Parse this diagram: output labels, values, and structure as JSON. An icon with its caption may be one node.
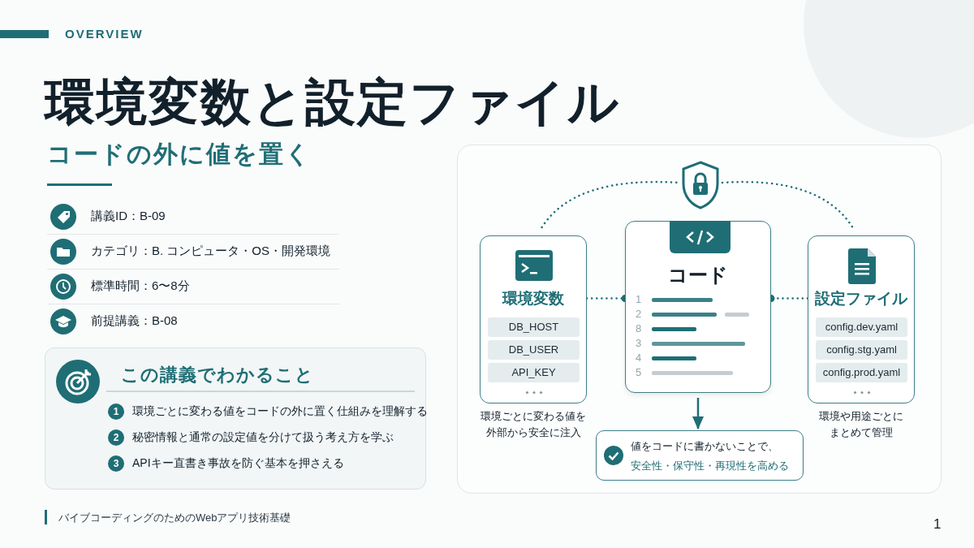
{
  "diagram": {
    "title": "環境変数と設定ファイル",
    "nodes": [
      {
        "text": [
          "この講義でわかること",
          "環境ごとに変わる値をコードの外に置く仕組みを理解する",
          "秘密情報と通常の設定値を分けて扱う考え方を学ぶ",
          "APIキー直書き事故を防ぐ基本を押さえる"
        ]
      },
      {
        "text": [],
        "shape": "picture"
      },
      {
        "text": [
          "環境変数"
        ],
        "beside": [
          "環境ごとに変わる値を外部から安全に注入"
        ]
      },
      {
        "text": [
          "DB_HOST"
        ],
        "in": 2
      },
      {
        "text": [
          "DB_USER"
        ],
        "in": 2
      },
      {
        "text": [
          "API_KEY"
        ],
        "in": 2
      },
      {
        "text": [
          "コード",
          "1",
          "2",
          "8",
          "3",
          "4",
          "5"
        ]
      },
      {
        "text": [
          "設定ファイル"
        ],
        "beside": [
          "環境や用途ごとにまとめて管理"
        ]
      },
      {
        "text": [
          "config.dev.yaml"
        ],
        "in": 7
      },
      {
        "text": [
          "config.stg.yaml"
        ],
        "in": 7
      },
      {
        "text": [
          "config.prod.yaml"
        ],
        "in": 7
      },
      {
        "text": [
          "値をコードに書かないことで、",
          "安全性・保守性・再現性を高める"
        ]
      }
    ],
    "edges": [
      {
        "from": 2,
        "to": 1,
        "arrow": "none",
        "style": "dashed"
      },
      {
        "from": 1,
        "to": 7,
        "arrow": "none",
        "style": "dashed"
      },
      {
        "from": 2,
        "to": 6,
        "arrow": "other",
        "style": "dashed"
      },
      {
        "from": 7,
        "to": 6,
        "arrow": "other",
        "style": "dashed"
      },
      {
        "from": 6,
        "to": 11,
        "arrow": "to"
      }
    ],
    "labels": [
      "OVERVIEW",
      "コードの外に値を置く",
      "講義ID：B-09",
      "カテゴリ：B. コンピュータ・OS・開発環境",
      "標準時間：6〜8分",
      "前提講義：B-08",
      "1",
      "2",
      "3",
      "バイブコーディングのためのWebアプリ技術基礎",
      "1"
    ]
  }
}
